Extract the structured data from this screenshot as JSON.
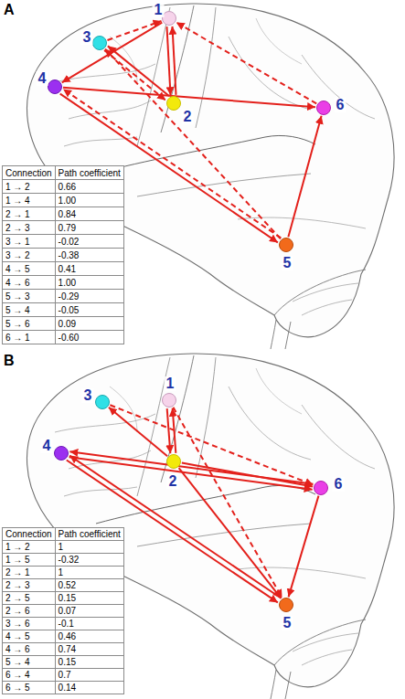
{
  "diagram": {
    "nodes": [
      {
        "text": [
          "1"
        ]
      },
      {
        "text": [
          "2"
        ]
      },
      {
        "text": [
          "3"
        ]
      },
      {
        "text": [
          "4"
        ]
      },
      {
        "text": [
          "5"
        ]
      },
      {
        "text": [
          "6"
        ]
      },
      {
        "text": [
          "1"
        ]
      },
      {
        "text": [
          "2"
        ]
      },
      {
        "text": [
          "3"
        ]
      },
      {
        "text": [
          "4"
        ]
      },
      {
        "text": [
          "5"
        ]
      },
      {
        "text": [
          "6"
        ]
      }
    ],
    "edges": [
      {
        "from": 0,
        "to": 1,
        "arrow": "to"
      },
      {
        "from": 0,
        "to": 3,
        "arrow": "to"
      },
      {
        "from": 1,
        "to": 0,
        "arrow": "to"
      },
      {
        "from": 1,
        "to": 2,
        "arrow": "to"
      },
      {
        "from": 2,
        "to": 0,
        "arrow": "to"
      },
      {
        "from": 2,
        "to": 1,
        "arrow": "to"
      },
      {
        "from": 3,
        "to": 4,
        "arrow": "to"
      },
      {
        "from": 3,
        "to": 5,
        "arrow": "to"
      },
      {
        "from": 4,
        "to": 2,
        "arrow": "to"
      },
      {
        "from": 4,
        "to": 3,
        "arrow": "to"
      },
      {
        "from": 4,
        "to": 5,
        "arrow": "to"
      },
      {
        "from": 5,
        "to": 0,
        "arrow": "to"
      },
      {
        "from": 6,
        "to": 7,
        "arrow": "to"
      },
      {
        "from": 6,
        "to": 10,
        "arrow": "to"
      },
      {
        "from": 7,
        "to": 6,
        "arrow": "to"
      },
      {
        "from": 7,
        "to": 8,
        "arrow": "to"
      },
      {
        "from": 7,
        "to": 10,
        "arrow": "to"
      },
      {
        "from": 7,
        "to": 11,
        "arrow": "to"
      },
      {
        "from": 8,
        "to": 11,
        "arrow": "to"
      },
      {
        "from": 9,
        "to": 10,
        "arrow": "to"
      },
      {
        "from": 9,
        "to": 11,
        "arrow": "to"
      },
      {
        "from": 10,
        "to": 9,
        "arrow": "to"
      },
      {
        "from": 11,
        "to": 9,
        "arrow": "to"
      },
      {
        "from": 11,
        "to": 10,
        "arrow": "to"
      }
    ],
    "labels": [
      "A",
      "Connection",
      "Path coefficient",
      "1 → 2",
      "0.66",
      "1 → 4",
      "1.00",
      "2 → 1",
      "0.84",
      "2 → 3",
      "0.79",
      "3 → 1",
      "-0.02",
      "3 → 2",
      "-0.38",
      "4 → 5",
      "0.41",
      "4 → 6",
      "1.00",
      "5 → 3",
      "-0.29",
      "5 → 4",
      "-0.05",
      "5 → 6",
      "0.09",
      "6 → 1",
      "-0.60",
      "B",
      "Connection",
      "Path coefficient",
      "1 → 2",
      "1",
      "1 → 5",
      "-0.32",
      "2 → 1",
      "1",
      "2 → 3",
      "0.52",
      "2 → 5",
      "0.15",
      "2 → 6",
      "0.07",
      "3 → 6",
      "-0.1",
      "4 → 5",
      "0.46",
      "4 → 6",
      "0.74",
      "5 → 4",
      "0.15",
      "6 → 4",
      "0.7",
      "6 → 5",
      "0.14"
    ]
  }
}
